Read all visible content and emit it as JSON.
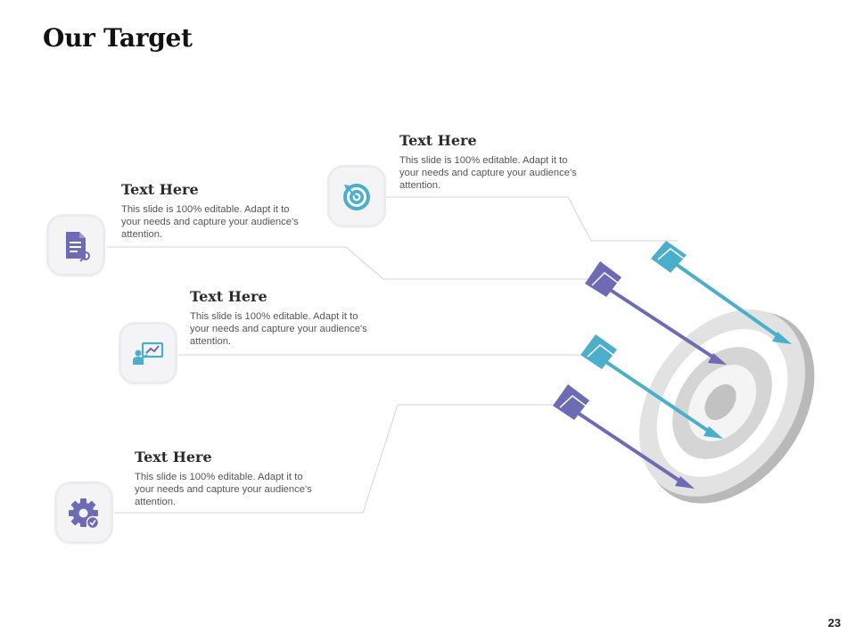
{
  "slide": {
    "title": "Our Target",
    "page_number": "23"
  },
  "items": [
    {
      "heading": "Text Here",
      "body": "This slide is 100% editable. Adapt it to your needs and capture your audience's attention.",
      "icon": "target-icon"
    },
    {
      "heading": "Text Here",
      "body": "This slide is 100% editable. Adapt it to your needs and capture your audience's attention.",
      "icon": "document-icon"
    },
    {
      "heading": "Text Here",
      "body": "This slide is 100% editable. Adapt it to your needs and capture your audience's attention.",
      "icon": "presentation-icon"
    },
    {
      "heading": "Text Here",
      "body": "This slide is 100% editable. Adapt it to your needs and capture your audience's attention.",
      "icon": "gear-check-icon"
    }
  ],
  "colors": {
    "purple": "#6E6BB5",
    "teal": "#4BAFCB",
    "target_light": "#dcdcdc",
    "target_dark": "#b9b9b9"
  }
}
